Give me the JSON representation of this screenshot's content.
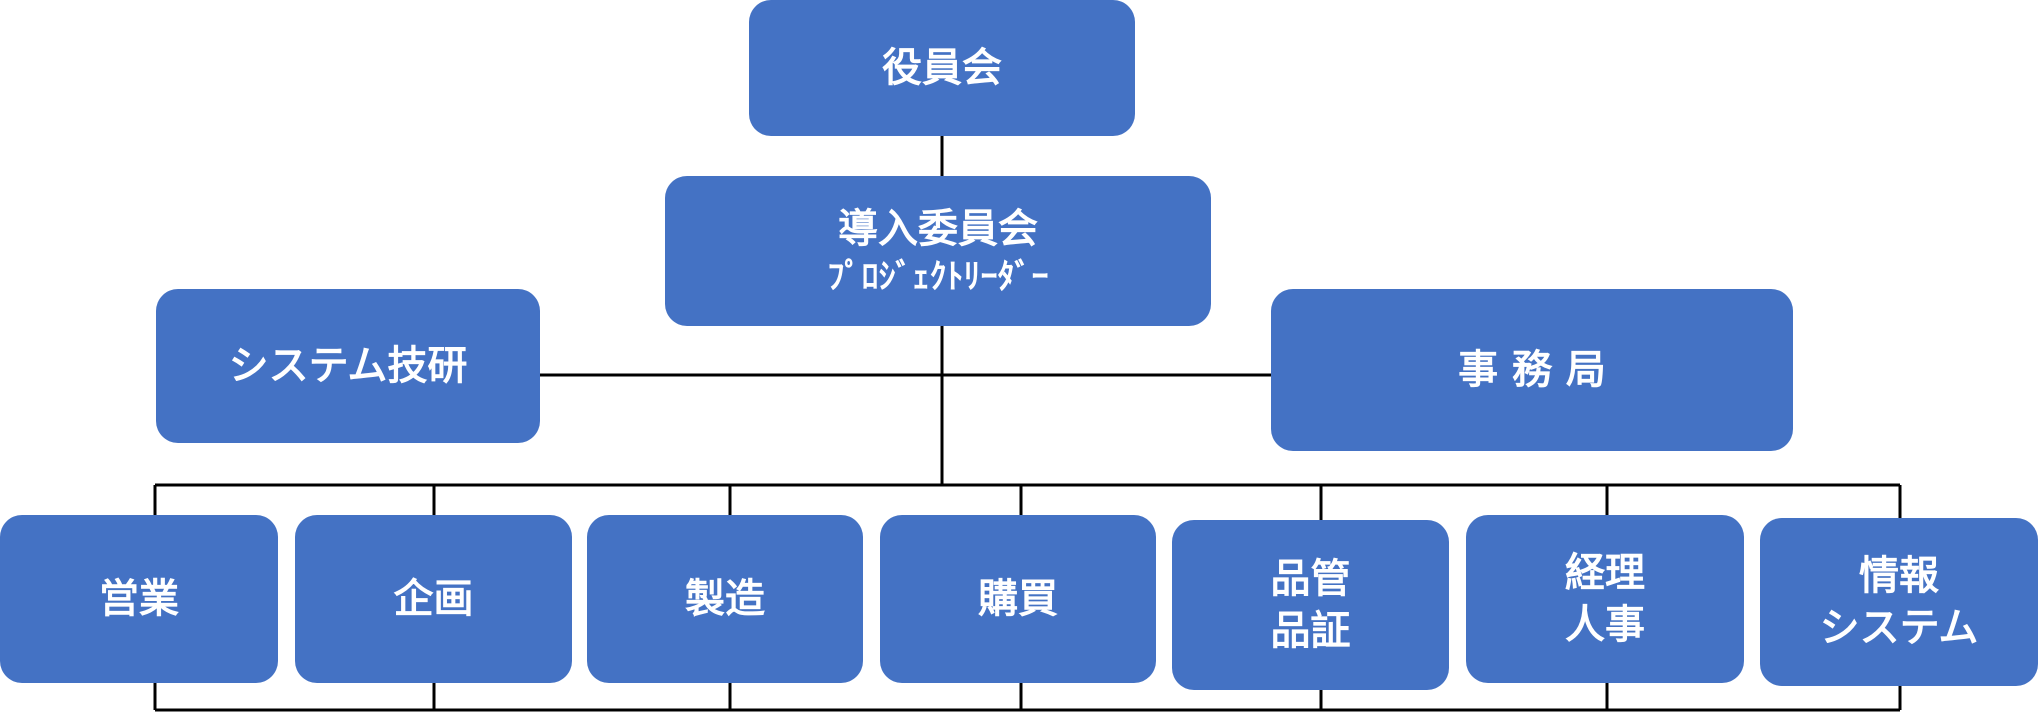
{
  "org_chart": {
    "board": "役員会",
    "committee": {
      "title": "導入委員会",
      "subtitle": "ﾌﾟﾛｼﾞｪｸﾄﾘｰﾀﾞｰ"
    },
    "tech_lab": "システム技研",
    "secretariat": "事 務 局",
    "departments": [
      {
        "line1": "営業"
      },
      {
        "line1": "企画"
      },
      {
        "line1": "製造"
      },
      {
        "line1": "購買"
      },
      {
        "line1": "品管",
        "line2": "品証"
      },
      {
        "line1": "経理",
        "line2": "人事"
      },
      {
        "line1": "情報",
        "line2": "システム"
      }
    ]
  },
  "colors": {
    "box_fill": "#4472c4",
    "box_text": "#ffffff",
    "connector": "#000000"
  }
}
